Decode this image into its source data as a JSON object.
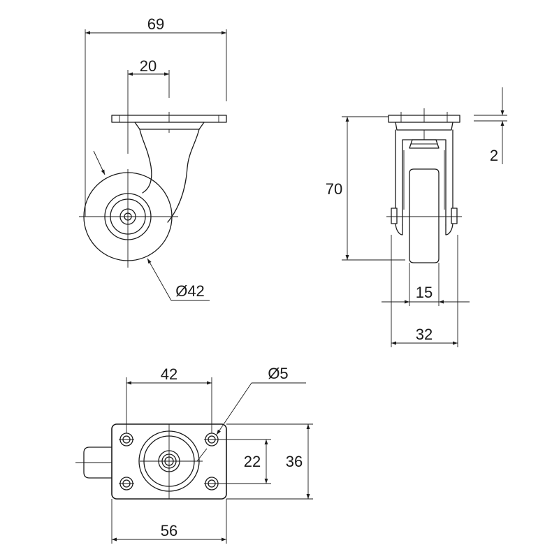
{
  "drawing": {
    "colors": {
      "line": "#1a1a1a",
      "background": "#ffffff"
    },
    "side_view": {
      "overall_width": "69",
      "offset": "20",
      "wheel_diameter": "Ø42"
    },
    "front_view": {
      "height": "70",
      "plate_thickness": "2",
      "wheel_width": "15",
      "frame_width": "32"
    },
    "top_view": {
      "hole_spacing_x": "42",
      "hole_diameter": "Ø5",
      "hole_spacing_y": "22",
      "plate_depth": "36",
      "plate_width": "56"
    }
  }
}
